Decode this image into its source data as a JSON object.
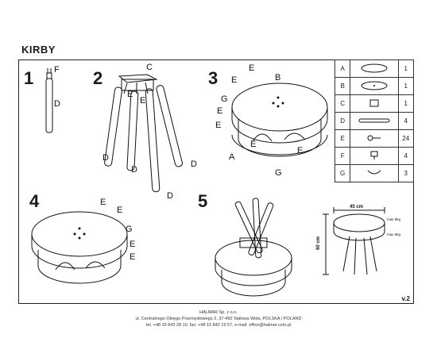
{
  "title": "KIRBY",
  "steps": [
    "1",
    "2",
    "3",
    "4",
    "5"
  ],
  "labels": {
    "a": "A",
    "b": "B",
    "c": "C",
    "d": "D",
    "e": "E",
    "f": "F",
    "g": "G"
  },
  "parts": [
    {
      "key": "A",
      "qty": "1",
      "icon": "tabletop-disc-icon"
    },
    {
      "key": "B",
      "qty": "1",
      "icon": "shelf-disc-icon"
    },
    {
      "key": "C",
      "qty": "1",
      "icon": "leg-mount-icon"
    },
    {
      "key": "D",
      "qty": "4",
      "icon": "leg-icon"
    },
    {
      "key": "E",
      "qty": "24",
      "icon": "screw-icon"
    },
    {
      "key": "F",
      "qty": "4",
      "icon": "foot-glide-icon"
    },
    {
      "key": "G",
      "qty": "3",
      "icon": "bracket-icon"
    }
  ],
  "dimensions": {
    "width": "45 cm",
    "height": "60 cm",
    "max_load_top": "max 6kg",
    "max_load_shelf": "max 6kg"
  },
  "version": "v.2",
  "footer": {
    "company": "HALMAR Sp. z o.o.",
    "address": "ul. Centralnego Okręgu Przemysłowego 2, 37-450 Stalowa Wola, POLSKA / POLAND",
    "contact": "tel. +48 15 843 28 10, fax: +48 15 842 19 57, e-mail: office@halmar.com.pl"
  }
}
